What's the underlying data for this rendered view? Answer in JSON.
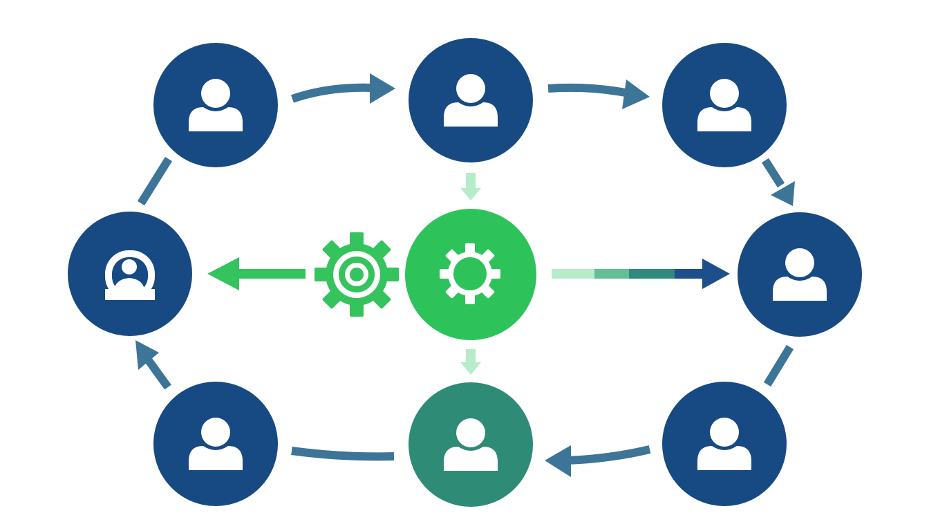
{
  "colors": {
    "background": "#ffffff",
    "node_blue": "#174a82",
    "node_green": "#2ec35a",
    "node_teal": "#2e8b76",
    "connector_blue": "#3d7598",
    "arrow_green": "#34c35c",
    "arrow_pale_green": "#b6ecc9",
    "arrow_mint": "#63bf98",
    "arrow_teal": "#2f8a7d",
    "arrow_navy": "#1d4f8c",
    "icon_white": "#ffffff"
  },
  "nodes": [
    {
      "id": "top-left",
      "kind": "person",
      "fill": "node_blue"
    },
    {
      "id": "top-center",
      "kind": "person",
      "fill": "node_blue"
    },
    {
      "id": "top-right",
      "kind": "person",
      "fill": "node_blue"
    },
    {
      "id": "mid-left",
      "kind": "person",
      "fill": "node_blue",
      "icon_style": "framed"
    },
    {
      "id": "hub",
      "kind": "gear",
      "fill": "node_green"
    },
    {
      "id": "mid-right",
      "kind": "person",
      "fill": "node_blue"
    },
    {
      "id": "bottom-left",
      "kind": "person",
      "fill": "node_blue"
    },
    {
      "id": "bottom-center",
      "kind": "person",
      "fill": "node_teal"
    },
    {
      "id": "bottom-right",
      "kind": "person",
      "fill": "node_blue"
    }
  ],
  "icons": {
    "person": "person-icon",
    "gear": "gear-icon",
    "standalone_gear": "gear-icon"
  },
  "connections": [
    {
      "from": "top-left",
      "to": "top-center",
      "style": "arrow"
    },
    {
      "from": "top-center",
      "to": "top-right",
      "style": "arrow"
    },
    {
      "from": "top-right",
      "to": "mid-right",
      "style": "arrow"
    },
    {
      "from": "mid-right",
      "to": "bottom-right",
      "style": "line"
    },
    {
      "from": "bottom-right",
      "to": "bottom-center",
      "style": "arrow"
    },
    {
      "from": "bottom-center",
      "to": "bottom-left",
      "style": "line"
    },
    {
      "from": "bottom-left",
      "to": "mid-left",
      "style": "arrow"
    },
    {
      "from": "mid-left",
      "to": "top-left",
      "style": "line"
    },
    {
      "from": "top-center",
      "to": "hub",
      "style": "small-arrow"
    },
    {
      "from": "hub",
      "to": "bottom-center",
      "style": "small-arrow"
    },
    {
      "from": "hub",
      "to": "mid-left",
      "style": "green-arrow"
    },
    {
      "from": "hub",
      "to": "mid-right",
      "style": "gradient-arrow"
    }
  ]
}
